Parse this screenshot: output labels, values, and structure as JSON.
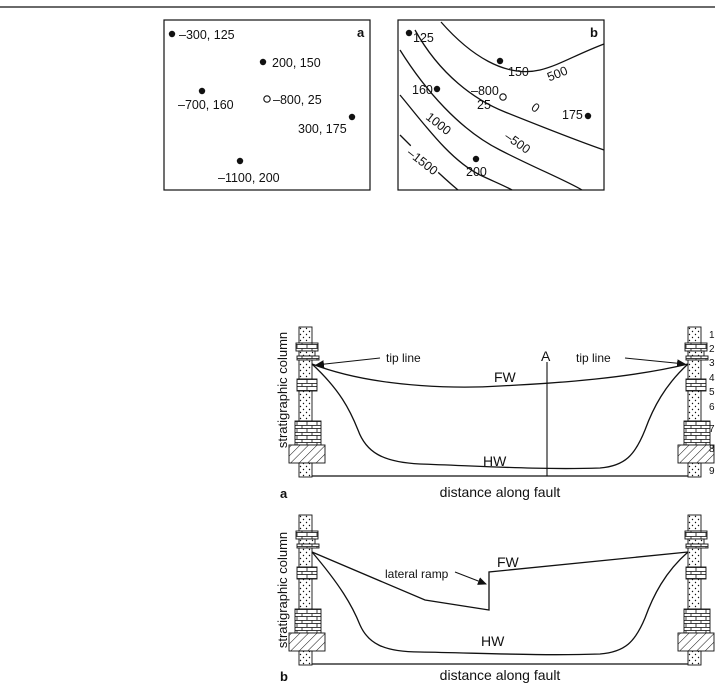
{
  "top": {
    "panel_a": {
      "label": "a",
      "points": [
        {
          "text": "–300, 125"
        },
        {
          "text": "200, 150"
        },
        {
          "text": "–700, 160"
        },
        {
          "text": "–800, 25"
        },
        {
          "text": "300, 175"
        },
        {
          "text": "–1100, 200"
        }
      ]
    },
    "panel_b": {
      "label": "b",
      "points": [
        {
          "text": "125"
        },
        {
          "text": "150"
        },
        {
          "text": "160"
        },
        {
          "text": "175"
        },
        {
          "text": "200"
        }
      ],
      "open_point": {
        "line1": "–800",
        "line2": "25"
      },
      "contours": [
        "500",
        "0",
        "–500",
        "1000",
        "–1500"
      ]
    }
  },
  "bottom": {
    "panel_a": {
      "label": "a",
      "ylabel": "stratigraphic column",
      "xlabel": "distance along fault",
      "tip_left": "tip line",
      "tip_right": "tip line",
      "fw": "FW",
      "hw": "HW",
      "section": "A",
      "layer_numbers": [
        "1",
        "2",
        "3",
        "4",
        "5",
        "6",
        "7",
        "8",
        "9"
      ]
    },
    "panel_b": {
      "label": "b",
      "ylabel": "stratigraphic column",
      "xlabel": "distance along fault",
      "ramp": "lateral ramp",
      "fw": "FW",
      "hw": "HW"
    }
  }
}
